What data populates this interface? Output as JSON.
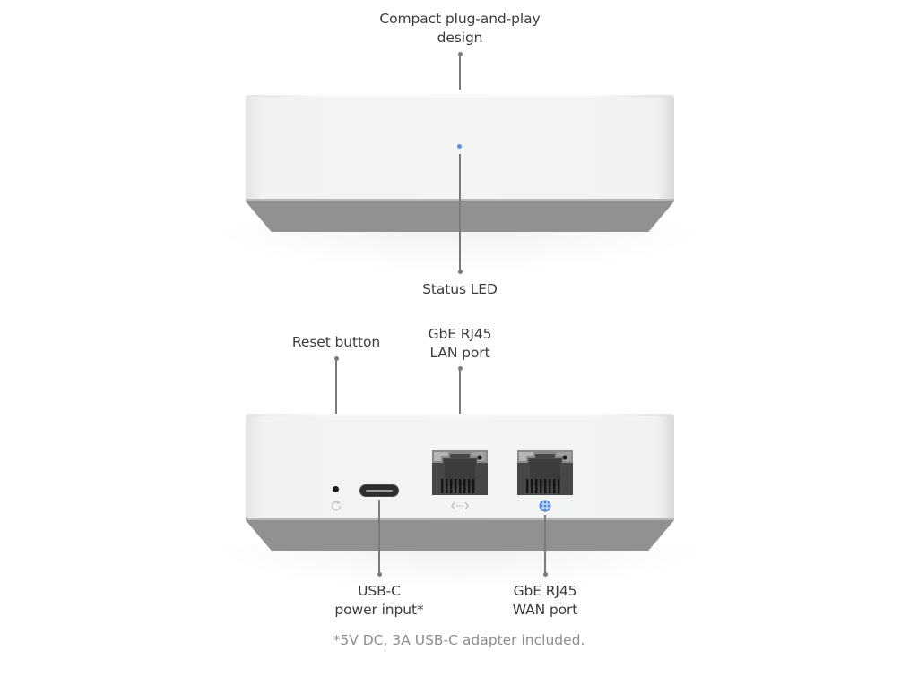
{
  "diagram": {
    "top_view": {
      "callouts": [
        {
          "id": "design",
          "lines": [
            "Compact plug-and-play",
            "design"
          ]
        },
        {
          "id": "status_led",
          "lines": [
            "Status LED"
          ]
        }
      ],
      "led_color": "#5b8ee6"
    },
    "rear_view": {
      "callouts": [
        {
          "id": "reset",
          "lines": [
            "Reset button"
          ]
        },
        {
          "id": "lan",
          "lines": [
            "GbE RJ45",
            "LAN port"
          ]
        },
        {
          "id": "usbc",
          "lines": [
            "USB-C",
            "power input*"
          ]
        },
        {
          "id": "wan",
          "lines": [
            "GbE RJ45",
            "WAN port"
          ]
        }
      ],
      "icons": {
        "reset": "reset-rotate-icon",
        "lan": "lan-arrows-icon",
        "wan": "globe-icon"
      },
      "wan_icon_color": "#4f86e0"
    },
    "footnote": "*5V DC, 3A USB-C adapter included."
  }
}
